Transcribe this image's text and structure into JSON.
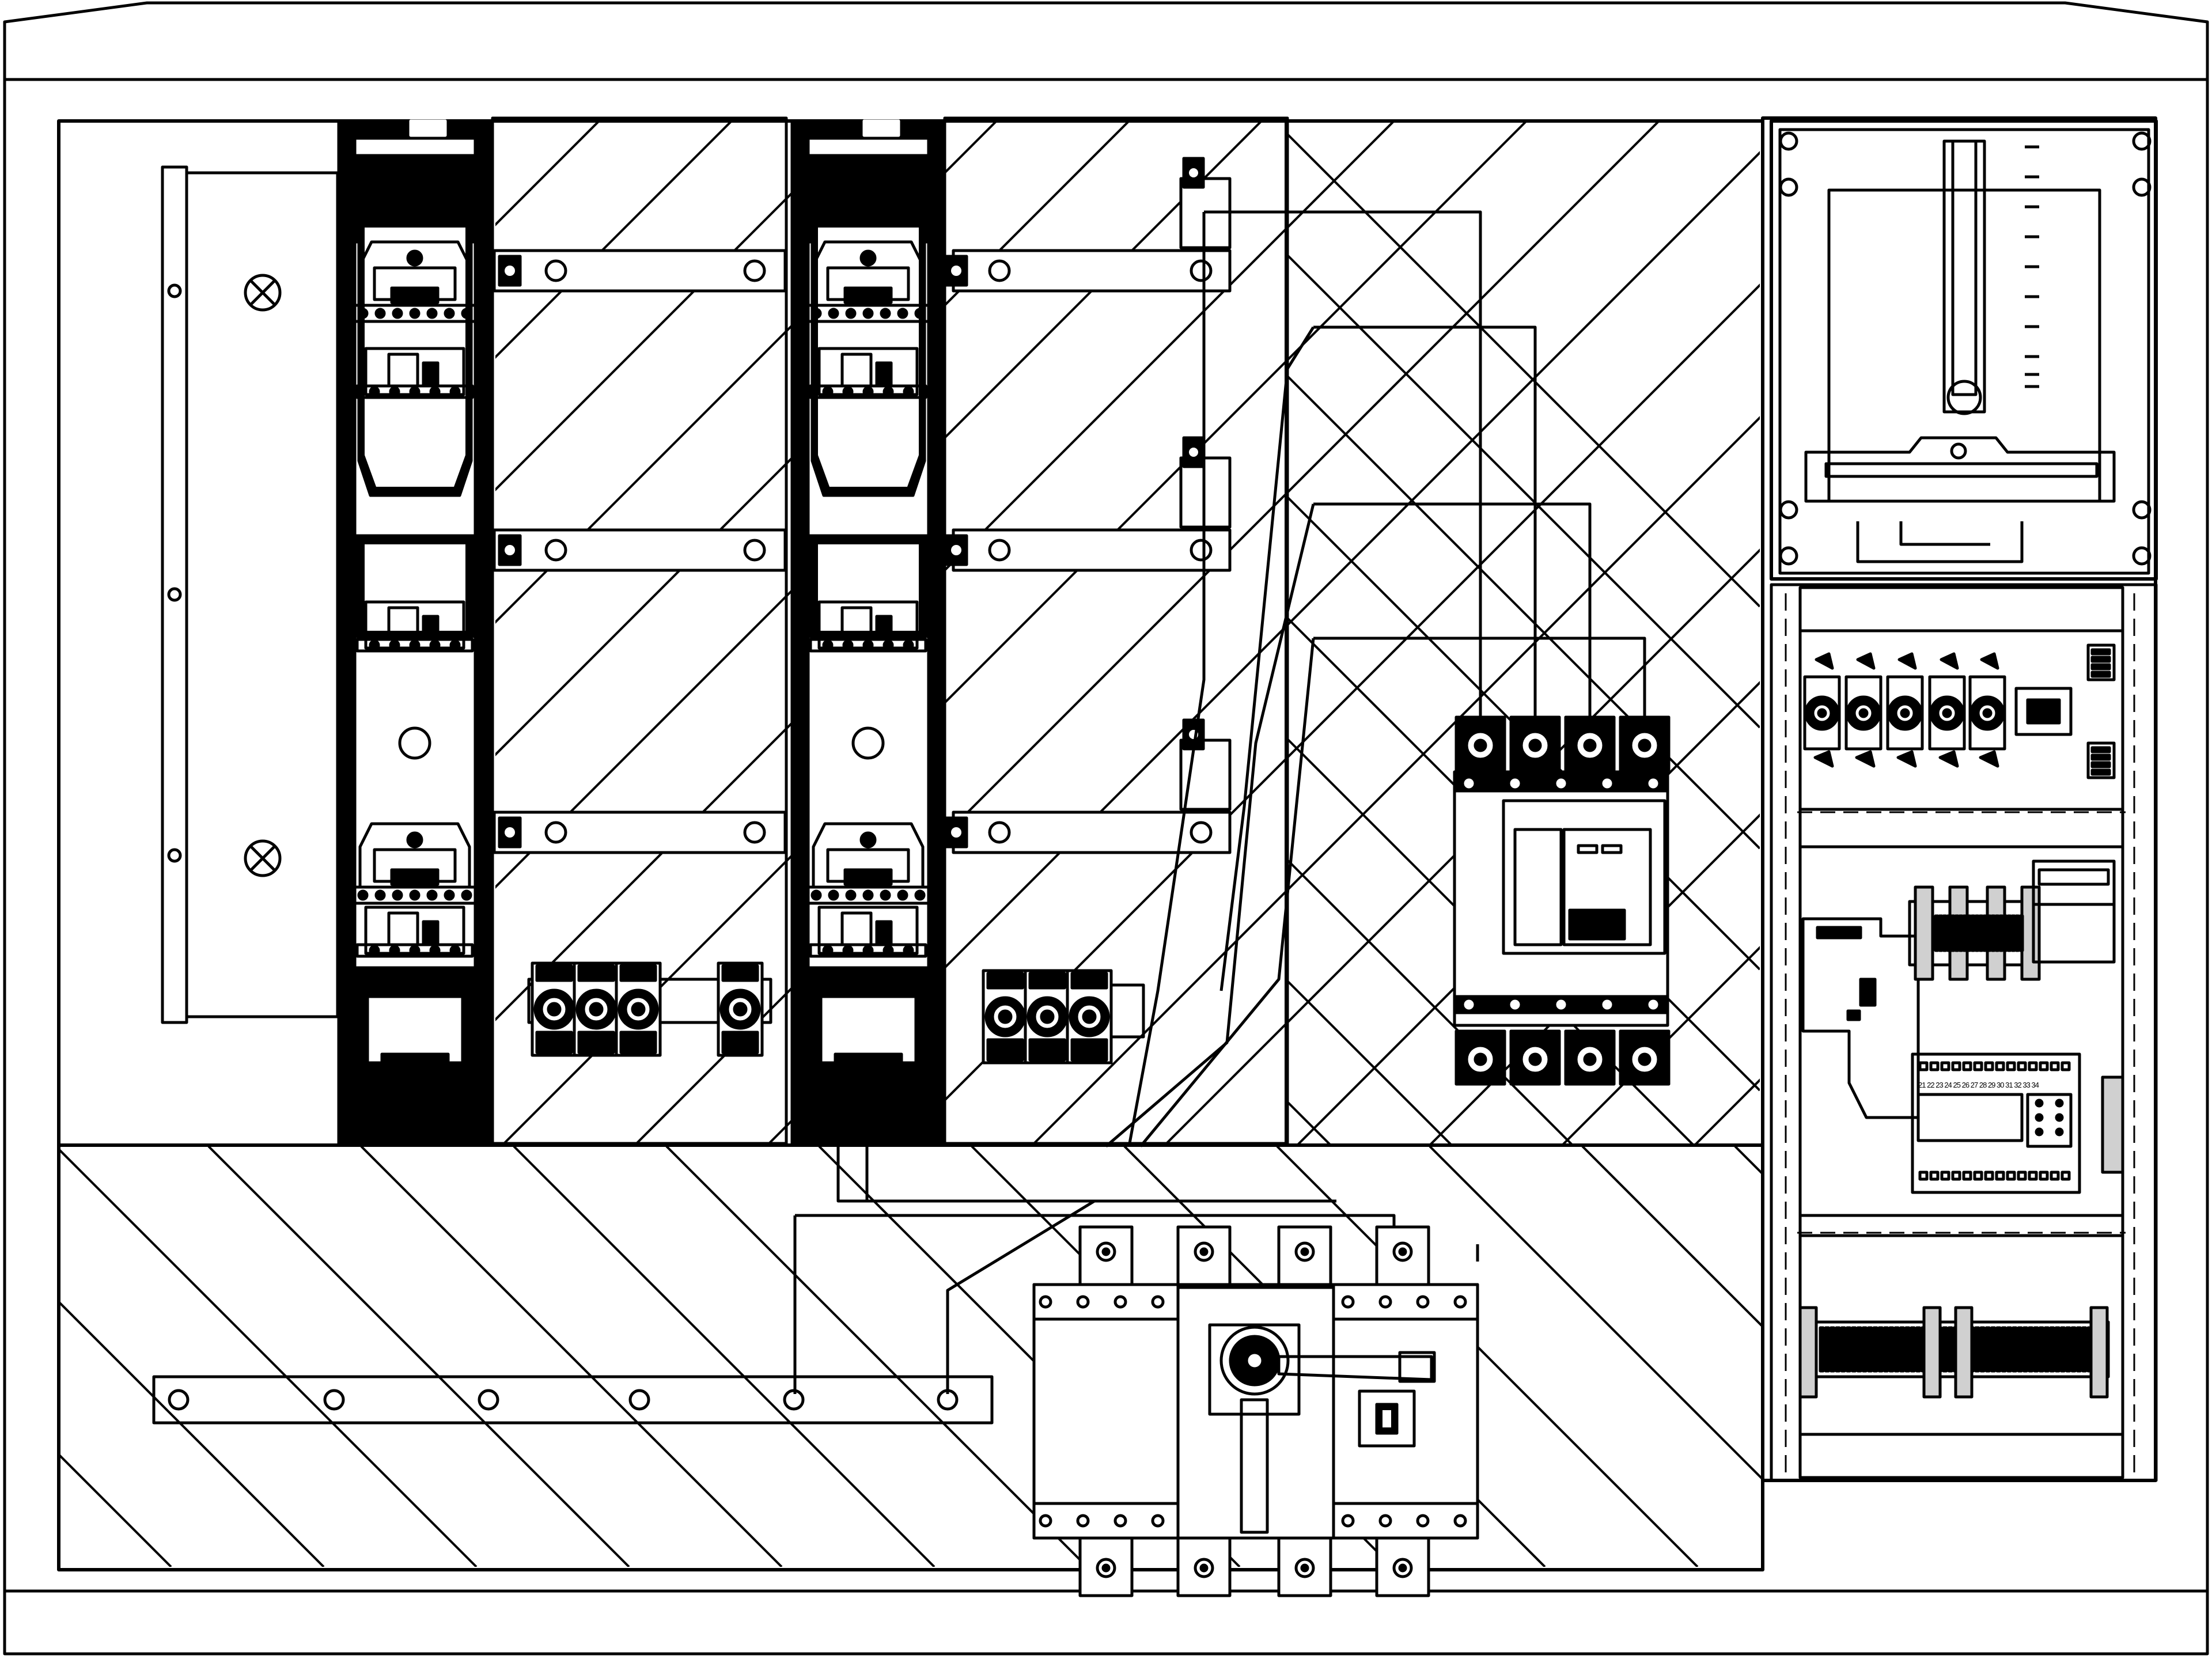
{
  "drawing": {
    "kind": "switchgear cabinet front elevation",
    "line_color": "#000000",
    "background_color": "#ffffff",
    "fill_dark": "#000000",
    "fill_grey": "#d0d0d0"
  },
  "components": {
    "enclosure": "cabinet",
    "fuse_switches": [
      "fuse-switch-1",
      "fuse-switch-2"
    ],
    "busbars": [
      "busbar-1",
      "busbar-2",
      "busbar-3"
    ],
    "circuit_breaker": "4-pole-breaker",
    "switch_disconnector": "rotary-switch-disconnector",
    "meter_panel": "meter-window",
    "terminal_rails": [
      "din-rail-1",
      "din-rail-2",
      "din-rail-3"
    ]
  },
  "markings": {
    "terminal_numbers": "21 22 23 24 25 26 27 28 29 30 31 32 33 34"
  }
}
